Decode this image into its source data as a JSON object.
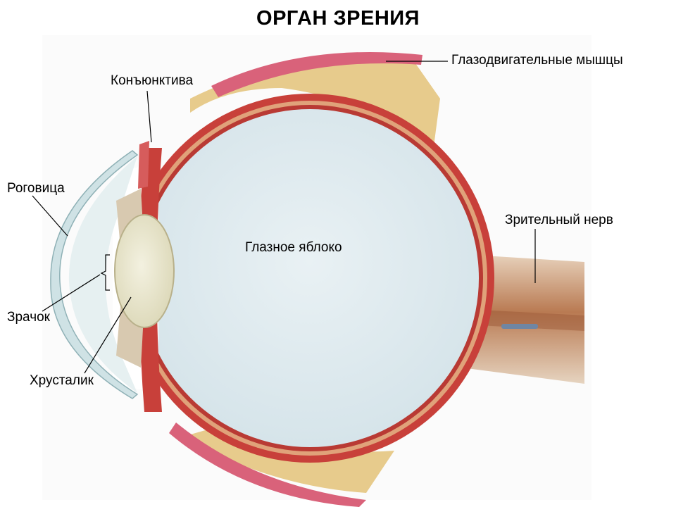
{
  "title": "ОРГАН ЗРЕНИЯ",
  "labels": {
    "eye_muscles": "Глазодвигательные мышцы",
    "conjunctiva": "Конъюнктива",
    "cornea": "Роговица",
    "optic_nerve": "Зрительный нерв",
    "eyeball": "Глазное яблоко",
    "pupil": "Зрачок",
    "lens": "Хрусталик"
  },
  "colors": {
    "sclera": "#c8403a",
    "vitreous": "#dde8ec",
    "fat": "#e6c98a",
    "muscle": "#d9627a",
    "lens": "#ece9d4",
    "cornea": "#d8e8ea",
    "nerve": "#c79a7a"
  }
}
